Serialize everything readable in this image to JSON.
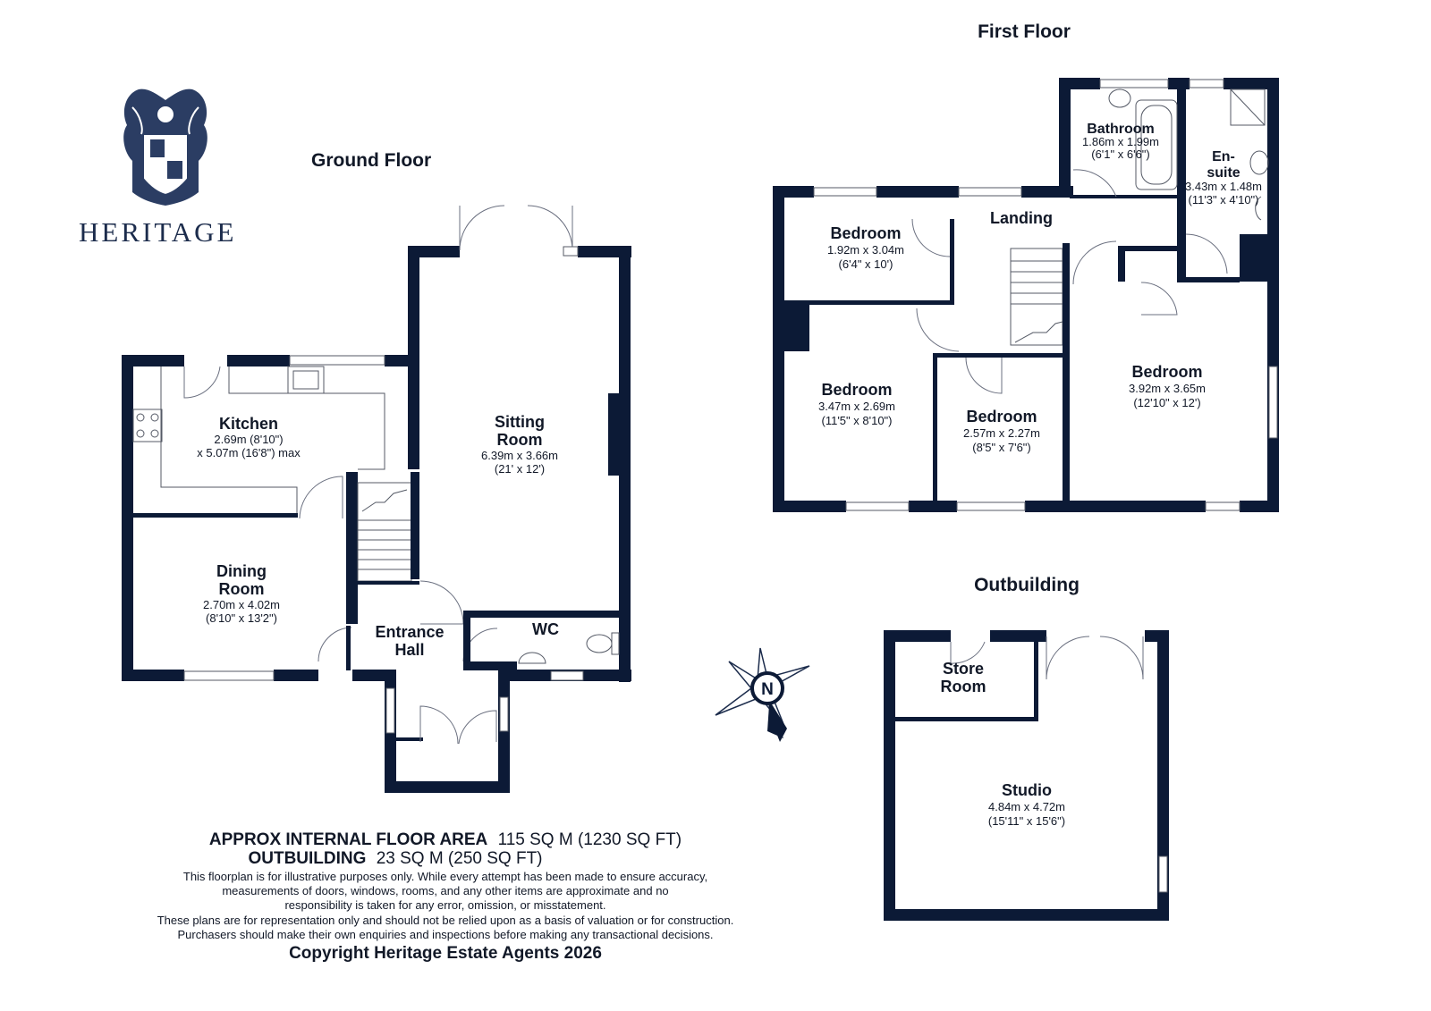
{
  "brand": {
    "name": "HERITAGE"
  },
  "floors": {
    "ground": {
      "title": "Ground Floor",
      "rooms": {
        "kitchen": {
          "name": "Kitchen",
          "dim1": "2.69m (8'10\")",
          "dim2": "x 5.07m (16'8\") max"
        },
        "sitting": {
          "name1": "Sitting",
          "name2": "Room",
          "dim1": "6.39m x 3.66m",
          "dim2": "(21' x 12')"
        },
        "dining": {
          "name1": "Dining",
          "name2": "Room",
          "dim1": "2.70m x 4.02m",
          "dim2": "(8'10\" x 13'2\")"
        },
        "hall": {
          "name1": "Entrance",
          "name2": "Hall"
        },
        "wc": {
          "name": "WC"
        }
      }
    },
    "first": {
      "title": "First Floor",
      "rooms": {
        "bathroom": {
          "name": "Bathroom",
          "dim1": "1.86m x 1.99m",
          "dim2": "(6'1\" x 6'6\")"
        },
        "ensuite": {
          "name1": "En-",
          "name2": "suite",
          "dim1": "3.43m x 1.48m",
          "dim2": "(11'3\" x 4'10\")"
        },
        "landing": {
          "name": "Landing"
        },
        "bed_small": {
          "name": "Bedroom",
          "dim1": "1.92m x 3.04m",
          "dim2": "(6'4\" x 10')"
        },
        "bed_left": {
          "name": "Bedroom",
          "dim1": "3.47m x 2.69m",
          "dim2": "(11'5\" x 8'10\")"
        },
        "bed_mid": {
          "name": "Bedroom",
          "dim1": "2.57m x 2.27m",
          "dim2": "(8'5\" x 7'6\")"
        },
        "bed_main": {
          "name": "Bedroom",
          "dim1": "3.92m x 3.65m",
          "dim2": "(12'10\" x 12')"
        }
      }
    },
    "outbuilding": {
      "title": "Outbuilding",
      "rooms": {
        "store": {
          "name1": "Store",
          "name2": "Room"
        },
        "studio": {
          "name": "Studio",
          "dim1": "4.84m x 4.72m",
          "dim2": "(15'11\" x 15'6\")"
        }
      }
    }
  },
  "compass": {
    "label": "N"
  },
  "footer": {
    "area_label": "APPROX INTERNAL FLOOR AREA",
    "area_value": "115 SQ M (1230 SQ FT)",
    "out_label": "OUTBUILDING",
    "out_value": "23 SQ M (250 SQ FT)",
    "lines": [
      "This floorplan is for illustrative purposes only. While every attempt has been made to ensure accuracy,",
      "measurements of doors, windows, rooms, and any other items are approximate and no",
      "responsibility is taken for any error, omission, or misstatement.",
      "These plans are for representation only and should not be relied upon as a basis of valuation or for construction.",
      "Purchasers should make their own enquiries and inspections before making any transactional decisions."
    ],
    "copyright": "Copyright Heritage Estate Agents 2026"
  },
  "colors": {
    "wall": "#0c1a36",
    "brand": "#1c2c4c",
    "text": "#111827"
  }
}
